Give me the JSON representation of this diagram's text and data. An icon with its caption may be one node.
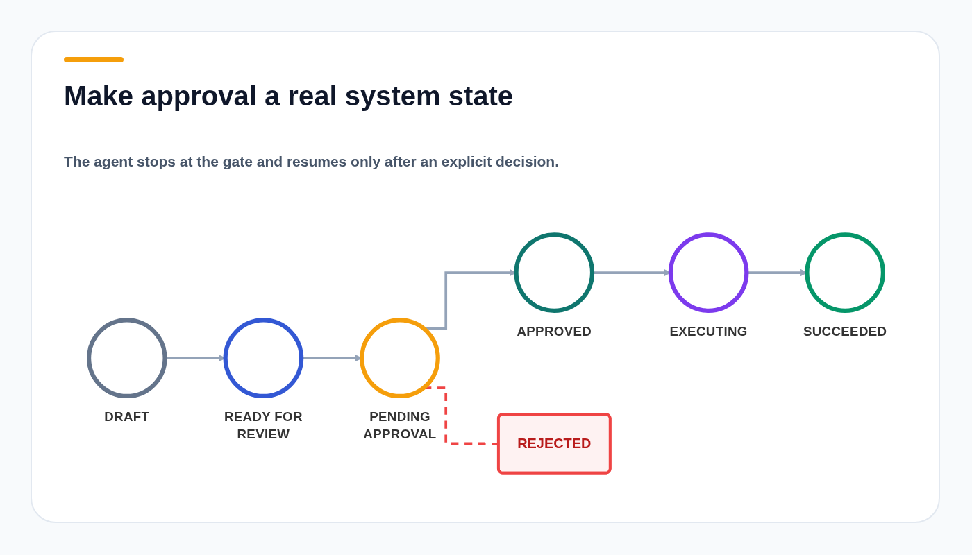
{
  "diagram": {
    "title": "Make approval a real system state",
    "caption": "The agent stops at the gate and resumes only after an explicit decision.",
    "nodes": [
      {
        "text": [],
        "shape": "circle",
        "beside": [
          "DRAFT"
        ]
      },
      {
        "text": [],
        "shape": "circle",
        "beside": [
          "READY FOR REVIEW"
        ]
      },
      {
        "text": [],
        "shape": "circle",
        "beside": [
          "PENDING APPROVAL"
        ]
      },
      {
        "text": [],
        "shape": "circle",
        "beside": [
          "APPROVED"
        ]
      },
      {
        "text": [],
        "shape": "circle",
        "beside": [
          "EXECUTING"
        ]
      },
      {
        "text": [],
        "shape": "circle",
        "beside": [
          "SUCCEEDED"
        ]
      },
      {
        "text": [
          "REJECTED"
        ]
      }
    ],
    "edges": [
      {
        "from": 0,
        "to": 1,
        "arrow": "to"
      },
      {
        "from": 1,
        "to": 2,
        "arrow": "to"
      },
      {
        "from": 2,
        "to": 3,
        "arrow": "to"
      },
      {
        "from": 3,
        "to": 4,
        "arrow": "to"
      },
      {
        "from": 4,
        "to": 5,
        "arrow": "to"
      },
      {
        "from": 2,
        "to": 6,
        "arrow": "none",
        "style": "dashed",
        "color": "#ef4444"
      }
    ]
  }
}
